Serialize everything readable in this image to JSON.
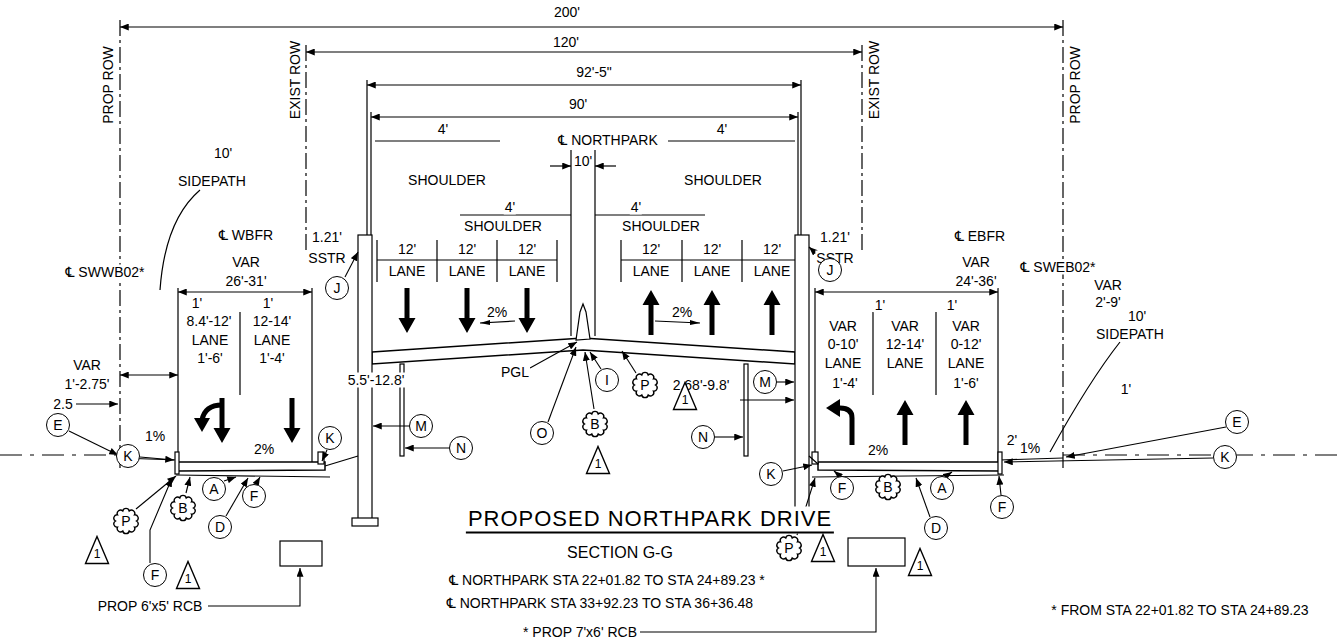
{
  "diagram": {
    "title": "PROPOSED NORTHPARK DRIVE",
    "nodes": [
      {
        "text": [
          "J"
        ]
      },
      {
        "text": [
          "J"
        ]
      },
      {
        "text": [
          "M"
        ]
      },
      {
        "text": [
          "N"
        ]
      },
      {
        "text": [
          "I"
        ]
      },
      {
        "text": [
          "P"
        ]
      },
      {
        "text": [
          "1"
        ]
      },
      {
        "text": [
          "M"
        ]
      },
      {
        "text": [
          "O"
        ]
      },
      {
        "text": [
          "B"
        ]
      },
      {
        "text": [
          "1"
        ]
      },
      {
        "text": [
          "N"
        ]
      },
      {
        "text": [
          "E"
        ]
      },
      {
        "text": [
          "K"
        ]
      },
      {
        "text": [
          "K"
        ]
      },
      {
        "text": [
          "K"
        ]
      },
      {
        "text": [
          "E"
        ]
      },
      {
        "text": [
          "K"
        ]
      },
      {
        "text": [
          "A"
        ]
      },
      {
        "text": [
          "F"
        ]
      },
      {
        "text": [
          "F"
        ]
      },
      {
        "text": [
          "B"
        ]
      },
      {
        "text": [
          "A"
        ]
      },
      {
        "text": [
          "F"
        ]
      },
      {
        "text": [
          "B"
        ]
      },
      {
        "text": [
          "P"
        ]
      },
      {
        "text": [
          "D"
        ]
      },
      {
        "text": [
          "D"
        ]
      },
      {
        "text": [
          "1"
        ]
      },
      {
        "text": [
          "F"
        ]
      },
      {
        "text": [
          "1"
        ]
      },
      {
        "text": [
          "P"
        ]
      },
      {
        "text": [
          "1"
        ]
      },
      {
        "text": [
          "1"
        ]
      }
    ],
    "labels": [
      "200'",
      "120'",
      "92'-5\"",
      "90'",
      "℄ NORTHPARK",
      "4'",
      "SHOULDER",
      "4'",
      "SHOULDER",
      "10'",
      "4'",
      "SHOULDER",
      "4'",
      "SHOULDER",
      "10'",
      "SIDEPATH",
      "EXIST ROW",
      "EXIST ROW",
      "PROP ROW",
      "PROP ROW",
      "℄ WBFR",
      "VAR",
      "26'-31'",
      "℄ SWWB02*",
      "1.21'",
      "SSTR",
      "1.21'",
      "SSTR",
      "12'",
      "LANE",
      "12'",
      "LANE",
      "12'",
      "LANE",
      "12'",
      "LANE",
      "12'",
      "LANE",
      "12'",
      "LANE",
      "2%",
      "2%",
      "℄ EBFR",
      "VAR",
      "24'-36'",
      "℄ SWEB02*",
      "VAR",
      "2'-9'",
      "10'",
      "SIDEPATH",
      "1'",
      "1'",
      "VAR",
      "VAR",
      "VAR",
      "0-10'",
      "12-14'",
      "0-12'",
      "LANE",
      "LANE",
      "LANE",
      "1'-4'",
      "1'-6'",
      "1'",
      "1'",
      "8.4'-12'",
      "12-14'",
      "LANE",
      "LANE",
      "1'-6'",
      "1'-4'",
      "VAR",
      "1'-2.75'",
      "2.5",
      "1%",
      "2%",
      "5.5'-12.8'",
      "PGL",
      "2.68'-9.8'",
      "2%",
      "1'",
      "2'",
      "1%",
      "SECTION G-G",
      "℄ NORTHPARK STA 22+01.82 TO STA 24+89.23 *",
      "℄ NORTHPARK STA 33+92.23 TO STA 36+36.48",
      "PROP 6'x5' RCB",
      "* PROP 7'x6' RCB",
      "* FROM STA 22+01.82 TO STA 24+89.23"
    ]
  }
}
